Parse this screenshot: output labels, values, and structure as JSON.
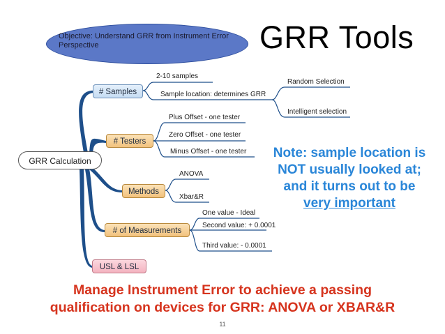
{
  "title": "GRR Tools",
  "objective": "Objective: Understand GRR from Instrument Error Perspective",
  "root": "GRR Calculation",
  "branches": [
    {
      "label": "# Samples",
      "leaves": [
        "2-10 samples",
        "Sample location: determines GRR"
      ],
      "subleaves": [
        "Random Selection",
        "Intelligent selection"
      ]
    },
    {
      "label": "# Testers",
      "leaves": [
        "Plus Offset - one tester",
        "Zero Offset - one tester",
        "Minus Offset - one tester"
      ]
    },
    {
      "label": "Methods",
      "leaves": [
        "ANOVA",
        "Xbar&R"
      ]
    },
    {
      "label": "# of Measurements",
      "leaves": [
        "One value - Ideal",
        "Second value: + 0.0001",
        "Third value: - 0.0001"
      ]
    },
    {
      "label": "USL & LSL",
      "leaves": []
    }
  ],
  "note": {
    "line1": "Note: sample location is",
    "line2": "NOT usually looked at;",
    "line3": "and it turns out to be",
    "line4": "very important"
  },
  "bottom": {
    "line1": "Manage Instrument Error to achieve a passing",
    "line2": "qualification on devices for GRR: ANOVA or XBAR&R"
  },
  "page_number": "11",
  "colors": {
    "objective_fill": "#5b78c7",
    "connector": "#1e4f8a",
    "note": "#2a86d8",
    "bottom_text": "#d6341e"
  }
}
